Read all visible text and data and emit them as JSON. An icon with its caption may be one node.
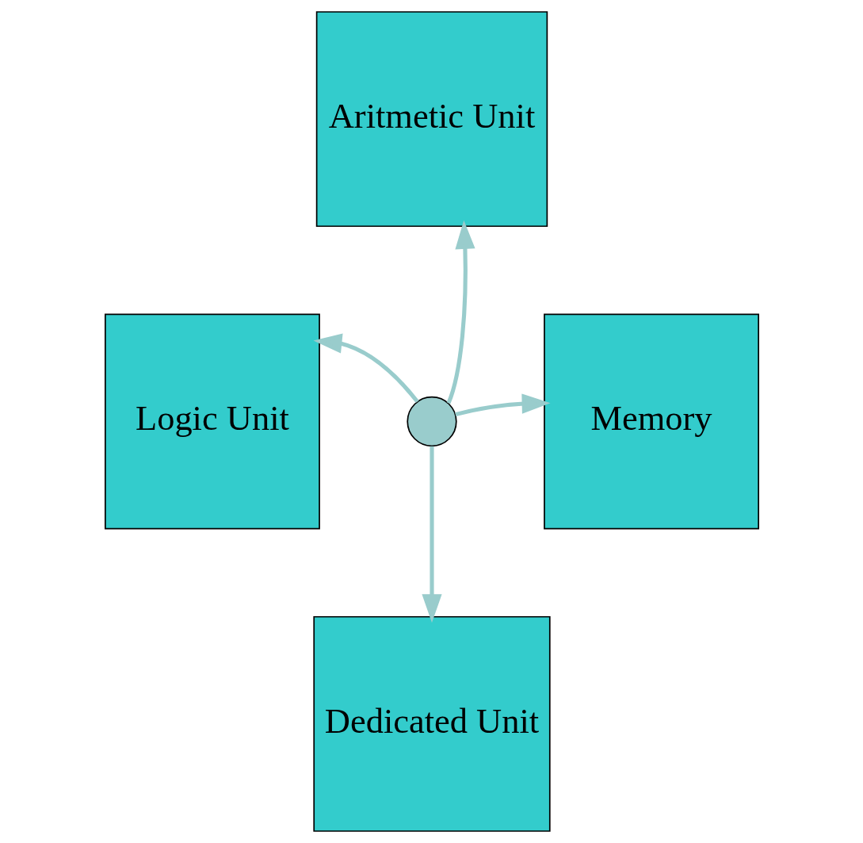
{
  "diagram": {
    "nodes": [
      {
        "text": [
          "Aritmetic Unit"
        ]
      },
      {
        "text": [
          "Logic Unit"
        ]
      },
      {
        "text": [],
        "shape": "cross"
      },
      {
        "text": [
          "Memory"
        ]
      },
      {
        "text": [
          "Dedicated Unit"
        ]
      }
    ],
    "edges": [
      {
        "from": 2,
        "to": 0,
        "arrow": "to"
      },
      {
        "from": 2,
        "to": 1,
        "arrow": "to"
      },
      {
        "from": 2,
        "to": 3,
        "arrow": "to"
      },
      {
        "from": 2,
        "to": 4,
        "arrow": "to"
      }
    ]
  }
}
